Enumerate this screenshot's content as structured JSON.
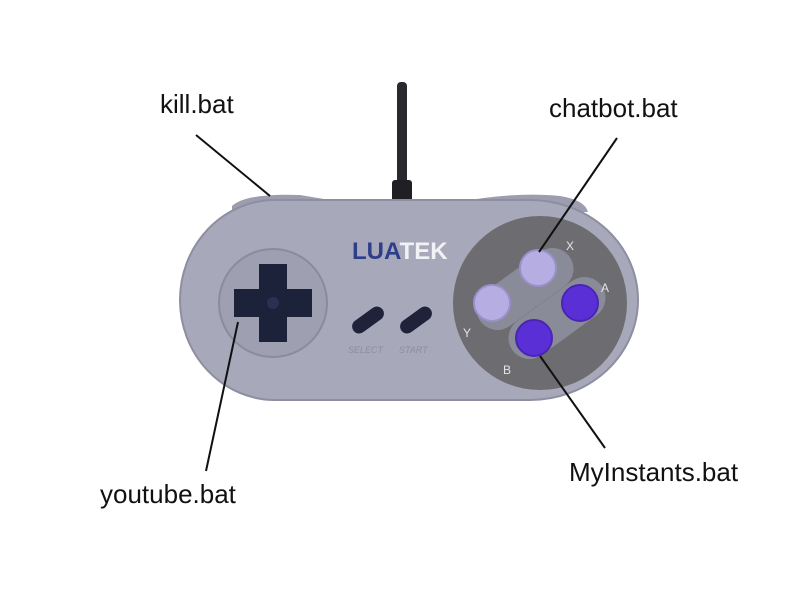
{
  "labels": {
    "kill": "kill.bat",
    "chatbot": "chatbot.bat",
    "youtube": "youtube.bat",
    "myinstants": "MyInstants.bat"
  },
  "controller": {
    "brand_prefix": "LUA",
    "brand_suffix": "TEK",
    "select_label": "SELECT",
    "start_label": "START",
    "face_buttons": {
      "x": "X",
      "a": "A",
      "y": "Y",
      "b": "B"
    }
  },
  "colors": {
    "body": "#a7a8b9",
    "body_dark": "#8d8ea0",
    "face_plate": "#6d6c70",
    "dpad": "#1c2239",
    "light_purple": "#b6aee3",
    "dark_purple": "#5a2fd6",
    "brand_blue": "#2e3f8a",
    "callout_line": "#111111"
  }
}
